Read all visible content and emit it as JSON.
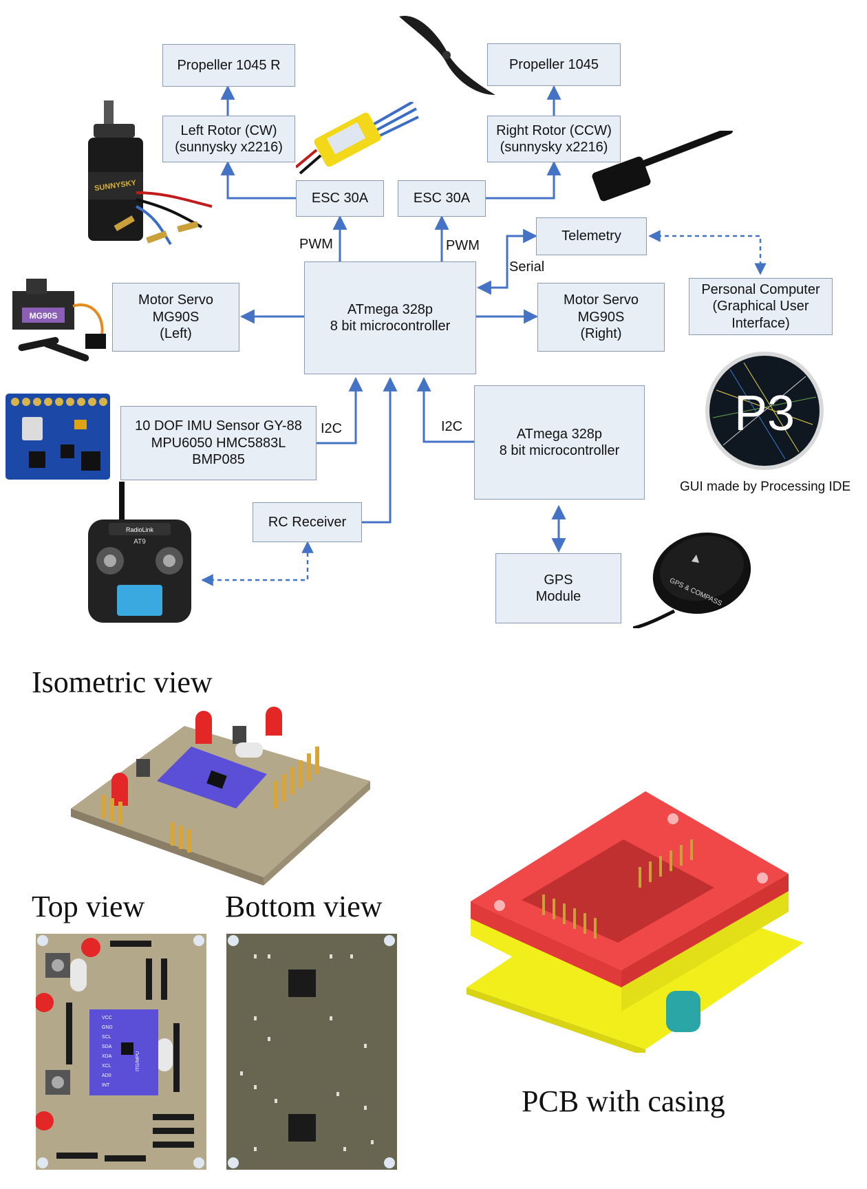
{
  "blocks": {
    "propeller_left": "Propeller 1045 R",
    "propeller_right": "Propeller 1045",
    "rotor_left": "Left Rotor (CW)\n(sunnysky x2216)",
    "rotor_right": "Right Rotor (CCW)\n(sunnysky x2216)",
    "esc_left": "ESC 30A",
    "esc_right": "ESC 30A",
    "telemetry": "Telemetry",
    "personal_computer": "Personal Computer\n(Graphical User\nInterface)",
    "mcu_main": "ATmega 328p\n8 bit microcontroller",
    "servo_left": "Motor Servo\nMG90S\n(Left)",
    "servo_right": "Motor Servo\nMG90S\n(Right)",
    "imu": "10 DOF IMU Sensor GY-88\nMPU6050 HMC5883L\nBMP085",
    "mcu_gps": "ATmega 328p\n8 bit microcontroller",
    "rc_receiver": "RC Receiver",
    "gps_module": "GPS\nModule"
  },
  "labels": {
    "pwm_left": "PWM",
    "pwm_right": "PWM",
    "serial": "Serial",
    "i2c_left": "I2C",
    "i2c_right": "I2C",
    "gui_caption": "GUI made by Processing IDE"
  },
  "photo_text": {
    "motor_brand": "SUNNYSKY",
    "servo_model": "MG90S",
    "processing_logo": "P3",
    "gps_puck": "GPS & COMPASS",
    "transmitter_brand": "RadioLink",
    "transmitter_model": "AT9"
  },
  "pcb_text": {
    "pins": [
      "VCC",
      "GND",
      "SCL",
      "SDA",
      "XDA",
      "XCL",
      "AD0",
      "INT"
    ],
    "module": "ITG/MPU"
  },
  "sections": {
    "isometric": "Isometric view",
    "top": "Top view",
    "bottom": "Bottom view",
    "casing": "PCB with casing"
  },
  "colors": {
    "block_fill": "#e8eef6",
    "block_border": "#8a9bb3",
    "arrow": "#4472c4",
    "pcb_board": "#b3a88a",
    "imu_board": "#5a4fd6",
    "case_red": "#f04848",
    "case_yellow": "#f2ee1c"
  }
}
